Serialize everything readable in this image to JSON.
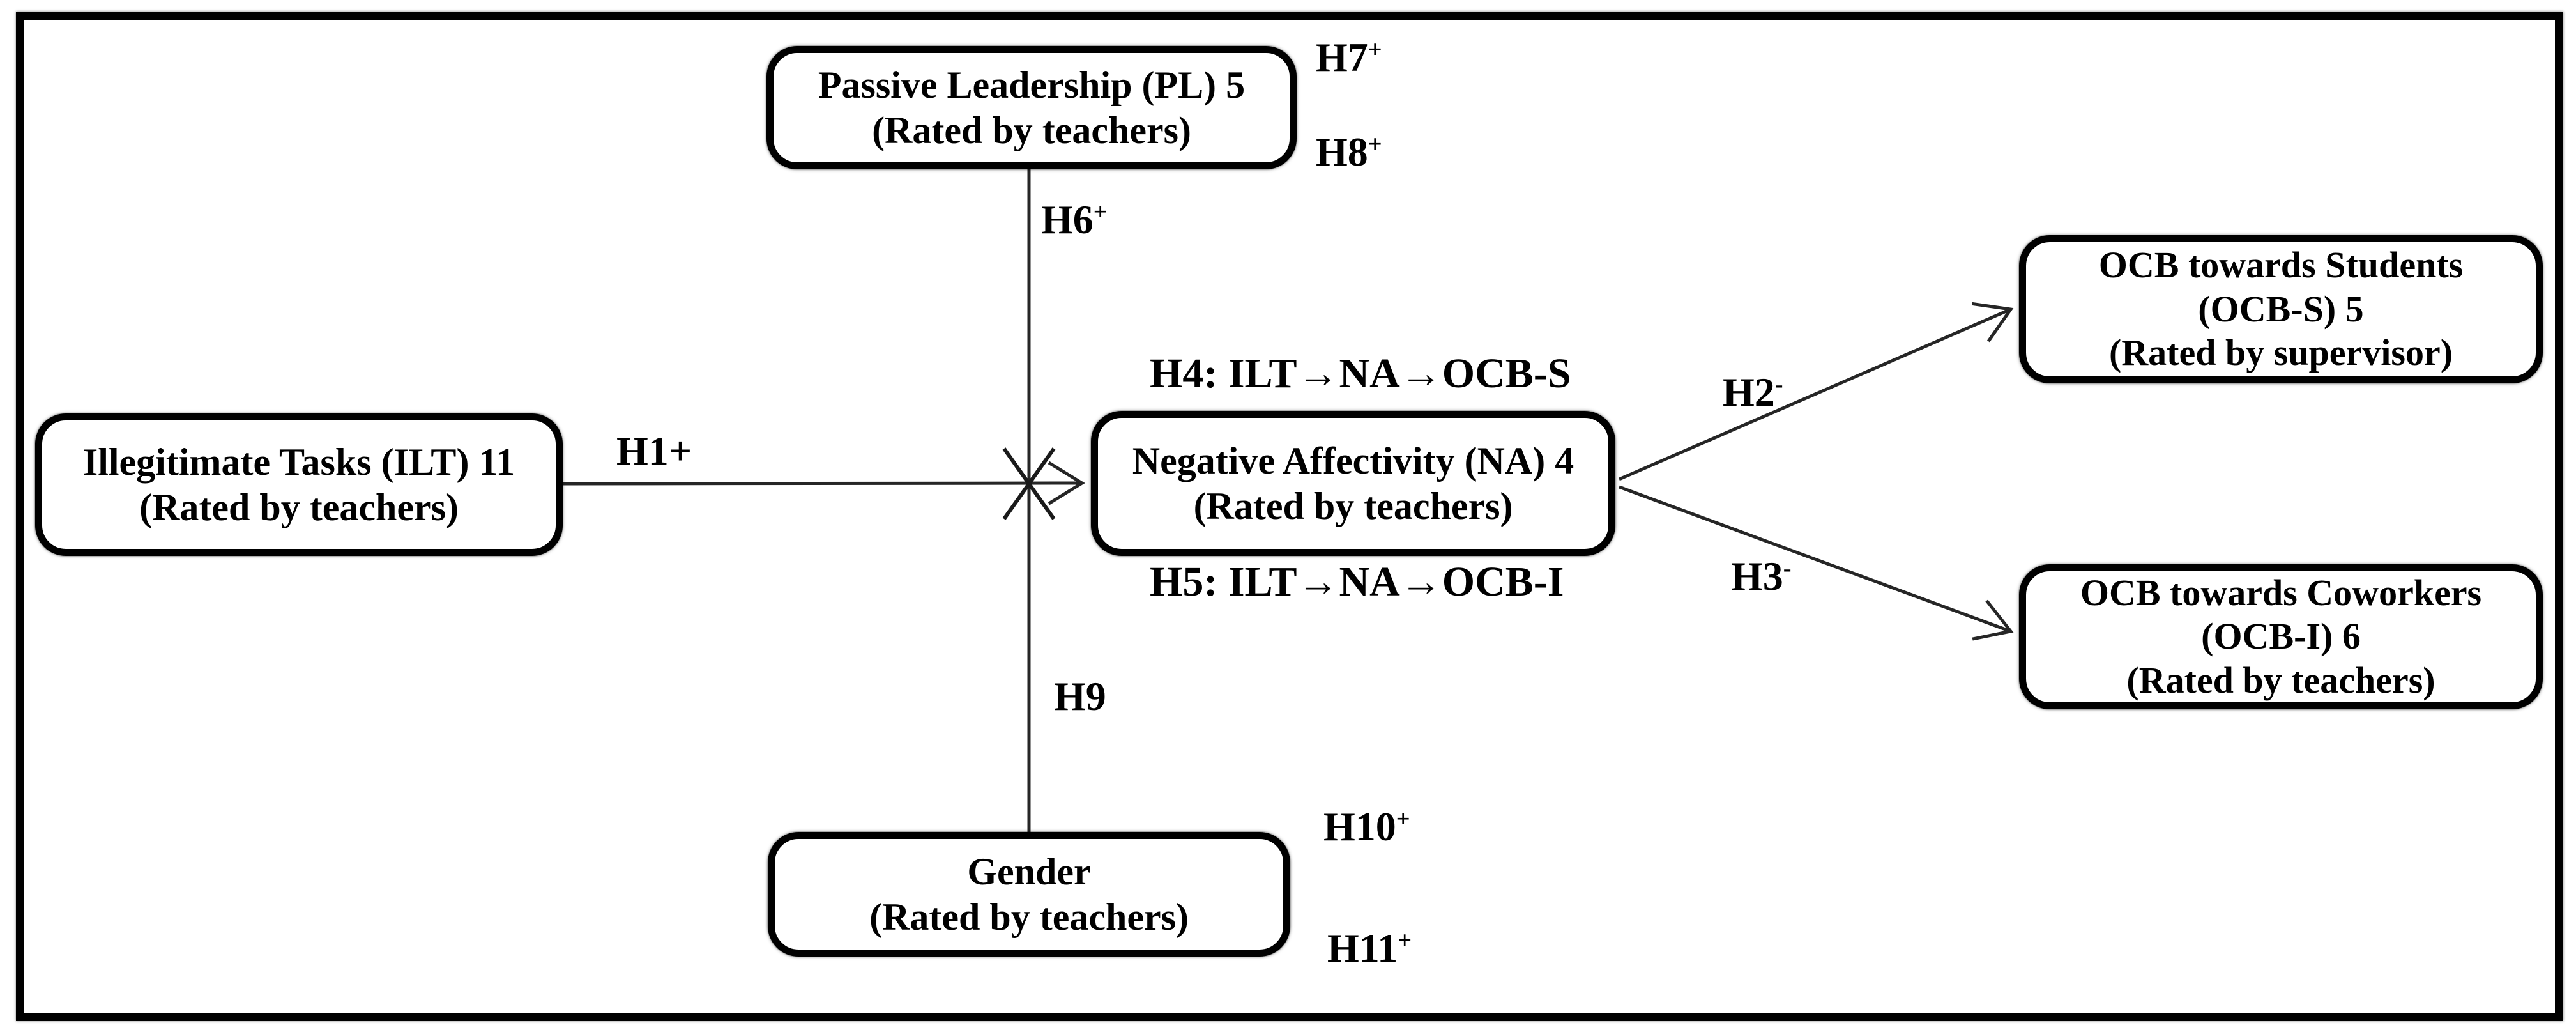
{
  "figure": {
    "background_color": "#ffffff",
    "line_color": "#262626",
    "border_color": "#000000",
    "nodes": {
      "passive_leadership": {
        "lines": [
          "Passive Leadership (PL) 5",
          "(Rated by teachers)"
        ]
      },
      "illegitimate_tasks": {
        "lines": [
          "Illegitimate Tasks (ILT) 11",
          "(Rated by teachers)"
        ]
      },
      "negative_affectivity": {
        "lines": [
          "Negative Affectivity (NA) 4",
          "(Rated by teachers)"
        ]
      },
      "ocb_students": {
        "lines": [
          "OCB towards Students",
          "(OCB-S) 5",
          "(Rated by supervisor)"
        ]
      },
      "ocb_coworkers": {
        "lines": [
          "OCB towards Coworkers",
          "(OCB-I) 6",
          "(Rated by teachers)"
        ]
      },
      "gender": {
        "lines": [
          "Gender",
          "(Rated by teachers)"
        ]
      }
    },
    "hypothesis_labels": {
      "h1": {
        "base": "H1+",
        "sup": ""
      },
      "h2": {
        "base": "H2",
        "sup": "-"
      },
      "h3": {
        "base": "H3",
        "sup": "-"
      },
      "h4": {
        "base": "H4: ILT→NA→OCB-S",
        "sup": ""
      },
      "h5": {
        "base": "H5: ILT→NA→OCB-I",
        "sup": ""
      },
      "h6": {
        "base": "H6",
        "sup": "+"
      },
      "h7": {
        "base": "H7",
        "sup": "+"
      },
      "h8": {
        "base": "H8",
        "sup": "+"
      },
      "h9": {
        "base": "H9",
        "sup": ""
      },
      "h10": {
        "base": "H10",
        "sup": "+"
      },
      "h11": {
        "base": "H11",
        "sup": "+"
      }
    }
  }
}
